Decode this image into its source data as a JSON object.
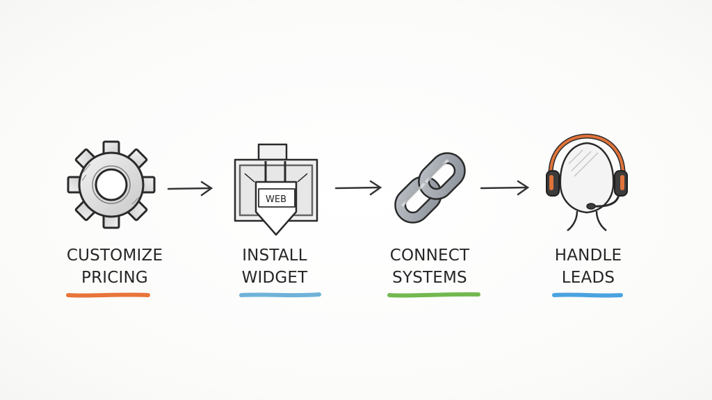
{
  "steps": [
    {
      "line1": "CUSTOMIZE",
      "line2": "PRICING",
      "icon": "gear-icon",
      "underline_color": "#e8743a"
    },
    {
      "line1": "INSTALL",
      "line2": "WIDGET",
      "icon": "web-plug-icon",
      "icon_text": "WEB",
      "underline_color": "#6fb2d8"
    },
    {
      "line1": "CONNECT",
      "line2": "SYSTEMS",
      "icon": "chain-link-icon",
      "underline_color": "#72b84f"
    },
    {
      "line1": "HANDLE",
      "line2": "LEADS",
      "icon": "headset-icon",
      "underline_color": "#4aa3e0"
    }
  ],
  "colors": {
    "ink": "#2a2a2a",
    "headset_band": "#e0733a"
  }
}
